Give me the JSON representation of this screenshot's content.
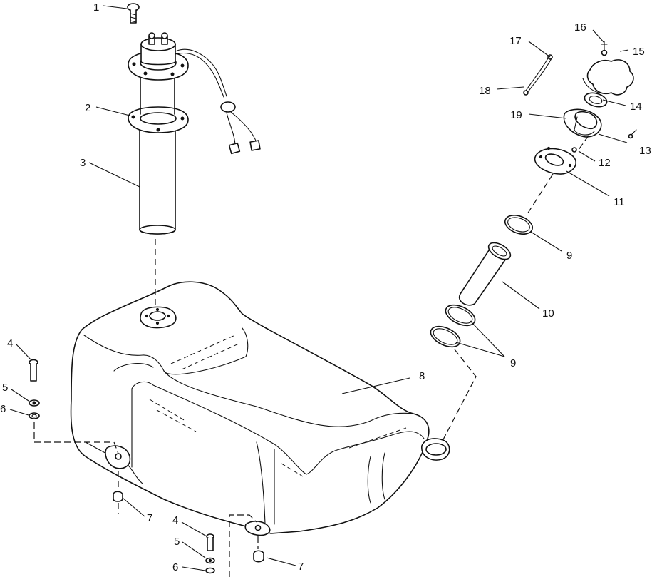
{
  "callouts": {
    "c1": "1",
    "c2": "2",
    "c3": "3",
    "c4a": "4",
    "c5a": "5",
    "c6a": "6",
    "c7a": "7",
    "c4b": "4",
    "c5b": "5",
    "c6b": "6",
    "c7b": "7",
    "c8": "8",
    "c9a": "9",
    "c9b": "9",
    "c10": "10",
    "c11": "11",
    "c12": "12",
    "c13": "13",
    "c14": "14",
    "c15": "15",
    "c16": "16",
    "c17": "17",
    "c18": "18",
    "c19": "19"
  }
}
